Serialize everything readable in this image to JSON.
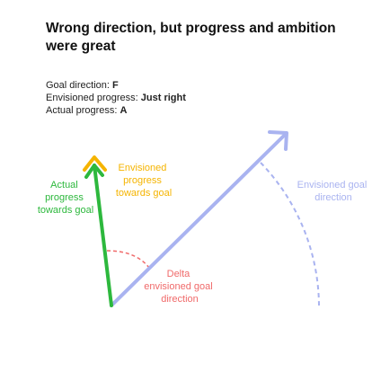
{
  "title": "Wrong direction, but progress and ambition were great",
  "info": {
    "goal_direction_label": "Goal direction: ",
    "goal_direction_value": "F",
    "envisioned_progress_label": "Envisioned progress:  ",
    "envisioned_progress_value": "Just right",
    "actual_progress_label": "Actual progress: ",
    "actual_progress_value": "A"
  },
  "labels": {
    "actual": [
      "Actual",
      "progress",
      "towards goal"
    ],
    "envisioned": [
      "Envisioned",
      "progress",
      "towards goal"
    ],
    "delta": [
      "Delta",
      "envisioned goal",
      "direction"
    ],
    "envisioned_direction": [
      "Envisioned goal",
      "direction"
    ]
  },
  "colors": {
    "actual": "#2db83d",
    "envisioned": "#f5b400",
    "delta": "#f06a6a",
    "envisioned_direction": "#a9b3f0",
    "text": "#222222"
  }
}
